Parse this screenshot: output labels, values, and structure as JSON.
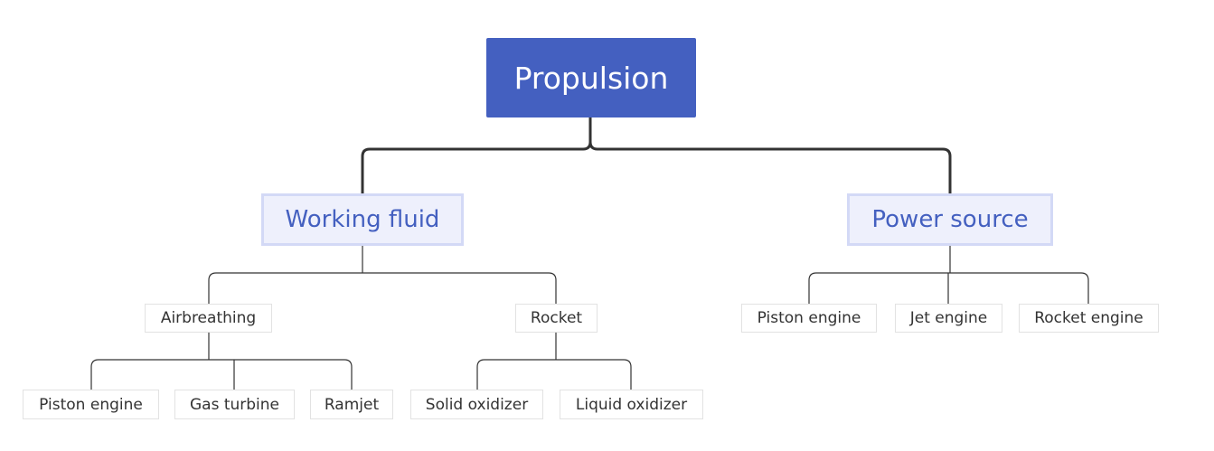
{
  "colors": {
    "root_fill": "#4460c0",
    "root_text": "#ffffff",
    "branch_fill": "#eef0fc",
    "branch_border": "#d3d9f6",
    "branch_text": "#4460c0",
    "leaf_border": "#e2e2e2",
    "leaf_text": "#333333",
    "connector": "#333333"
  },
  "root": {
    "label": "Propulsion"
  },
  "working_fluid": {
    "label": "Working fluid",
    "airbreathing": {
      "label": "Airbreathing",
      "children": [
        "Piston engine",
        "Gas turbine",
        "Ramjet"
      ]
    },
    "rocket": {
      "label": "Rocket",
      "children": [
        "Solid oxidizer",
        "Liquid oxidizer"
      ]
    }
  },
  "power_source": {
    "label": "Power source",
    "children": [
      "Piston engine",
      "Jet engine",
      "Rocket engine"
    ]
  }
}
